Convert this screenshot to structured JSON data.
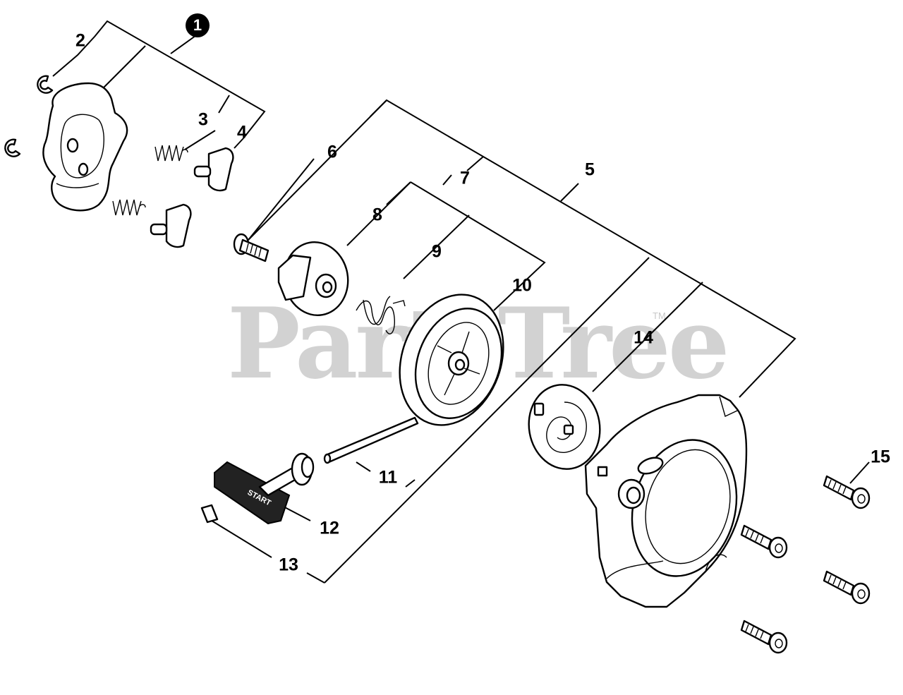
{
  "watermark": {
    "text": "PartsTree",
    "trademark": "TM"
  },
  "callouts": [
    {
      "id": "1",
      "label": "1"
    },
    {
      "id": "2",
      "label": "2"
    },
    {
      "id": "3",
      "label": "3"
    },
    {
      "id": "4",
      "label": "4"
    },
    {
      "id": "5",
      "label": "5"
    },
    {
      "id": "6",
      "label": "6"
    },
    {
      "id": "7",
      "label": "7"
    },
    {
      "id": "8",
      "label": "8"
    },
    {
      "id": "9",
      "label": "9"
    },
    {
      "id": "10",
      "label": "10"
    },
    {
      "id": "11",
      "label": "11"
    },
    {
      "id": "12",
      "label": "12"
    },
    {
      "id": "13",
      "label": "13"
    },
    {
      "id": "14",
      "label": "14"
    },
    {
      "id": "15",
      "label": "15"
    }
  ],
  "handle_text": "START"
}
